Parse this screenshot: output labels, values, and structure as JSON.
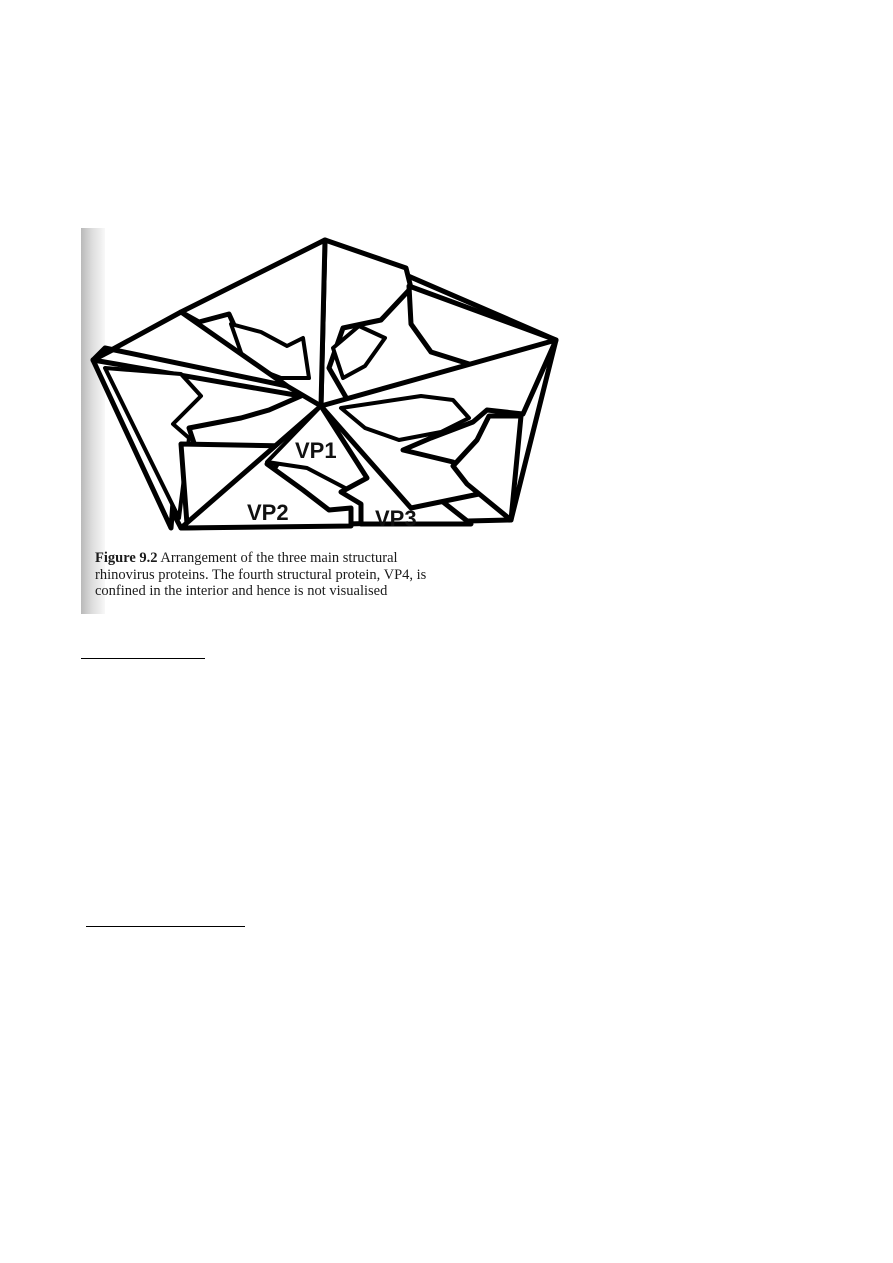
{
  "figure": {
    "labels": {
      "vp1": "VP1",
      "vp2": "VP2",
      "vp3": "VP3"
    },
    "caption": {
      "number": "Figure 9.2",
      "line1_rest": " Arrangement of the three main structural",
      "line2": "rhinovirus proteins. The fourth structural protein, VP4, is",
      "line3": "confined in the interior and hence is not visualised"
    }
  },
  "headings": {
    "heading_1": "",
    "heading_2": ""
  }
}
